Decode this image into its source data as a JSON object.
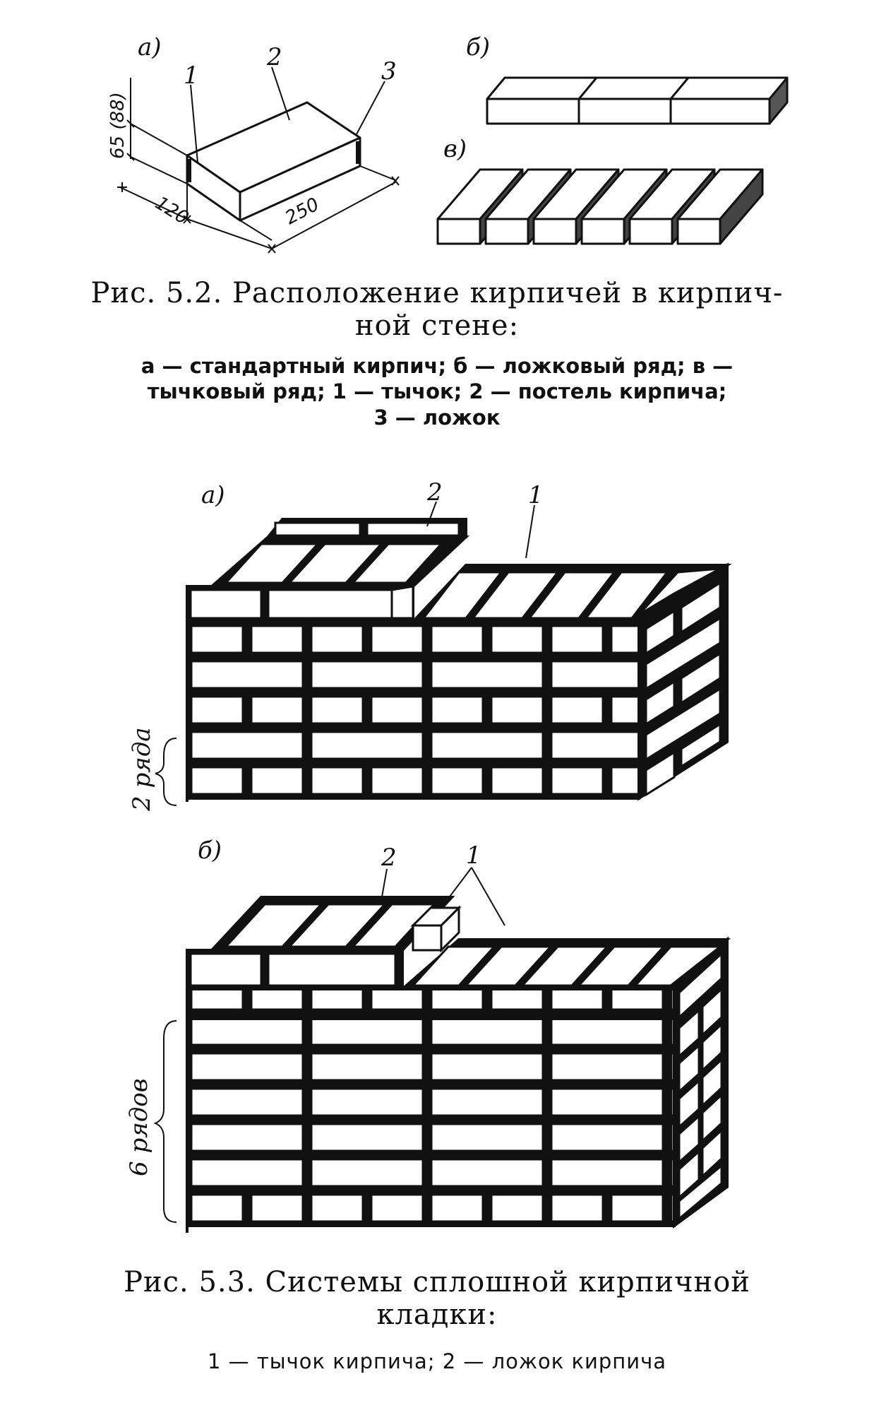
{
  "fig52": {
    "panel_a": "a)",
    "panel_b": "б)",
    "panel_v": "в)",
    "callout_1": "1",
    "callout_2": "2",
    "callout_3": "3",
    "dim_height": "65 (88)",
    "dim_width": "120",
    "dim_length": "250",
    "title_line1": "Рис. 5.2. Расположение кирпичей в кирпич-",
    "title_line2": "ной стене:",
    "legend_line1": "а — стандартный кирпич; б — ложковый ряд; в —",
    "legend_line2": "тычковый ряд; 1 — тычок; 2 — постель кирпича;",
    "legend_line3": "3 — ложок"
  },
  "fig53": {
    "panel_a": "а)",
    "panel_b": "б)",
    "a_callout_1": "1",
    "a_callout_2": "2",
    "b_callout_1": "1",
    "b_callout_2": "2",
    "rows_a": "2 ряда",
    "rows_b": "6 рядов",
    "title_line1": "Рис. 5.3. Системы сплошной кирпичной",
    "title_line2": "кладки:",
    "legend": "1 — тычок кирпича; 2 — ложок кирпича"
  }
}
